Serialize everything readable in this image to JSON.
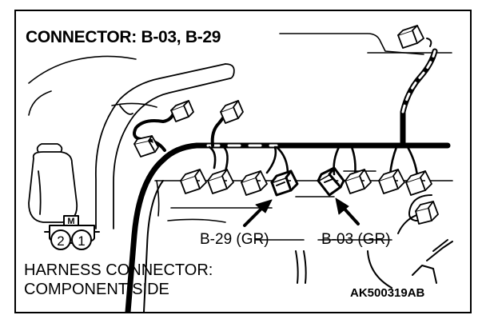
{
  "title": "CONNECTOR: B-03, B-29",
  "caption": {
    "line1": "HARNESS CONNECTOR:",
    "line2": "COMPONENT SIDE"
  },
  "labels": {
    "b29": "B-29 (GR)",
    "b03": "B-03 (GR)"
  },
  "reference_code": "AK500319AB",
  "component_symbol": {
    "letter": "M",
    "pins": [
      "2",
      "1"
    ]
  }
}
